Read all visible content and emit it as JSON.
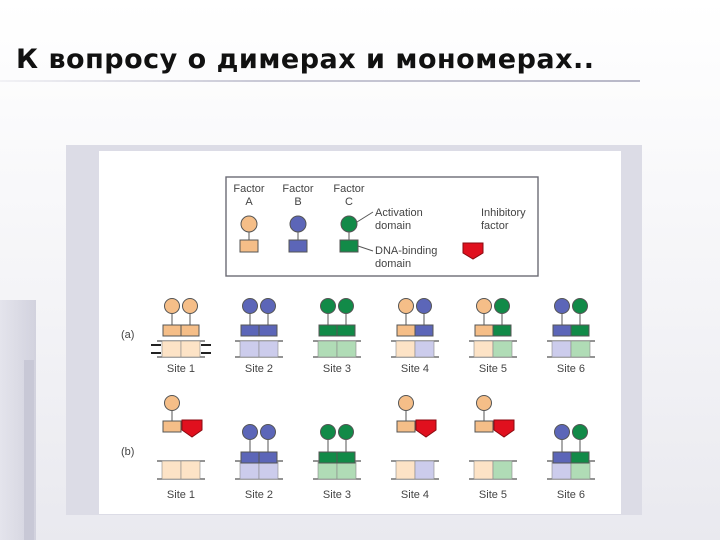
{
  "slide": {
    "title": "К вопросу о димерах и мономерах.."
  },
  "legend": {
    "factors": [
      {
        "line1": "Factor",
        "line2": "A",
        "color": "#f5be88"
      },
      {
        "line1": "Factor",
        "line2": "B",
        "color": "#5c66b8"
      },
      {
        "line1": "Factor",
        "line2": "C",
        "color": "#128a48"
      }
    ],
    "activation_label": [
      "Activation",
      "domain"
    ],
    "dna_binding_label": [
      "DNA-binding",
      "domain"
    ],
    "inhibitory_label": [
      "Inhibitory",
      "factor"
    ]
  },
  "colors": {
    "A": "#f5be88",
    "B": "#5c66b8",
    "C": "#128a48",
    "inhibitor": "#e0101e",
    "site_A": "#fde3c6",
    "site_B": "#ccccec",
    "site_C": "#b0dcb6",
    "line": "#555555"
  },
  "rows": [
    {
      "label": "(a)",
      "sites": [
        {
          "label": "Site 1",
          "left": "A",
          "right": "A",
          "site": [
            "A",
            "A"
          ]
        },
        {
          "label": "Site 2",
          "left": "B",
          "right": "B",
          "site": [
            "B",
            "B"
          ]
        },
        {
          "label": "Site 3",
          "left": "C",
          "right": "C",
          "site": [
            "C",
            "C"
          ]
        },
        {
          "label": "Site 4",
          "left": "A",
          "right": "B",
          "site": [
            "A",
            "B"
          ]
        },
        {
          "label": "Site 5",
          "left": "A",
          "right": "C",
          "site": [
            "A",
            "C"
          ]
        },
        {
          "label": "Site 6",
          "left": "B",
          "right": "C",
          "site": [
            "B",
            "C"
          ]
        }
      ]
    },
    {
      "label": "(b)",
      "sites": [
        {
          "label": "Site 1",
          "left": "A",
          "right": "I",
          "site": [
            "A",
            "A"
          ]
        },
        {
          "label": "Site 2",
          "left": "B",
          "right": "B",
          "site": [
            "B",
            "B"
          ]
        },
        {
          "label": "Site 3",
          "left": "C",
          "right": "C",
          "site": [
            "C",
            "C"
          ]
        },
        {
          "label": "Site 4",
          "left": "A",
          "right": "I",
          "site": [
            "A",
            "B"
          ]
        },
        {
          "label": "Site 5",
          "left": "A",
          "right": "I",
          "site": [
            "A",
            "C"
          ]
        },
        {
          "label": "Site 6",
          "left": "B",
          "right": "C",
          "site": [
            "B",
            "C"
          ]
        }
      ]
    }
  ]
}
